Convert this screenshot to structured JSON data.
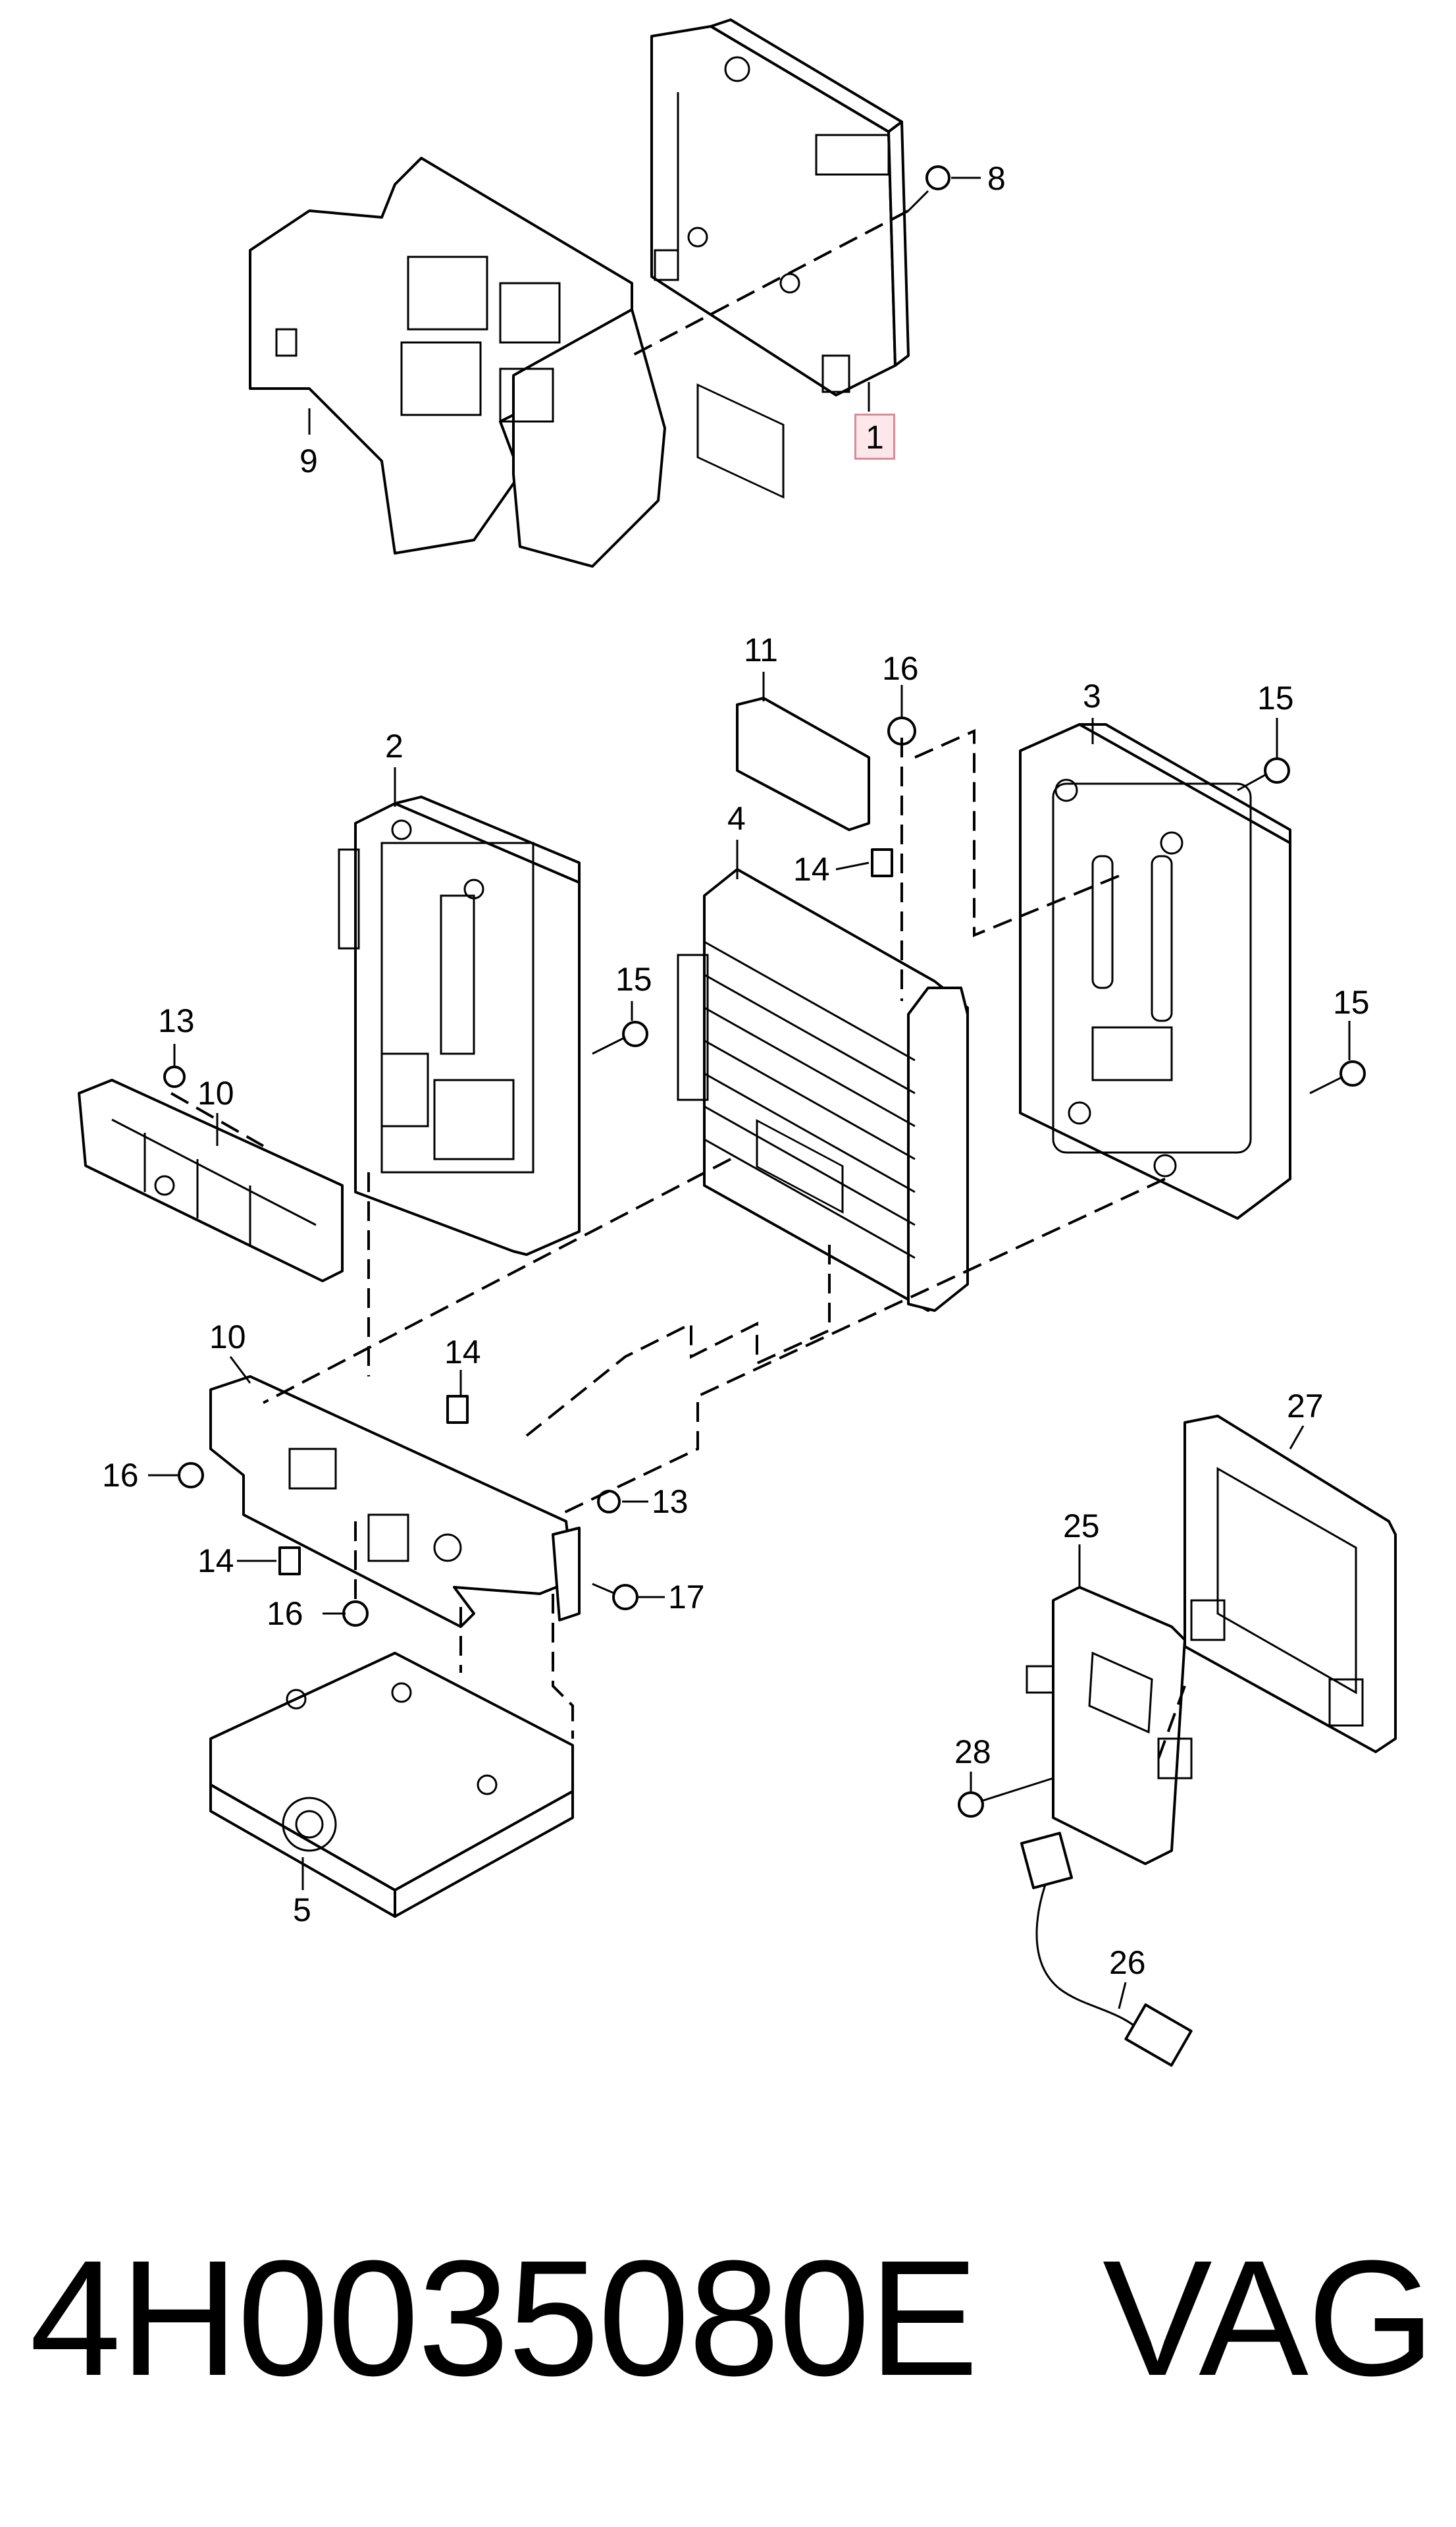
{
  "callouts": {
    "c1": "1",
    "c2": "2",
    "c3": "3",
    "c4": "4",
    "c5": "5",
    "c8": "8",
    "c9": "9",
    "c10a": "10",
    "c10b": "10",
    "c11": "11",
    "c13a": "13",
    "c13b": "13",
    "c14a": "14",
    "c14b": "14",
    "c14c": "14",
    "c15a": "15",
    "c15b": "15",
    "c15c": "15",
    "c16a": "16",
    "c16b": "16",
    "c16c": "16",
    "c17": "17",
    "c25": "25",
    "c26": "26",
    "c27": "27",
    "c28": "28"
  },
  "highlight": {
    "part": "1",
    "fill": "#fde7ea",
    "border": "#d98b96"
  },
  "footer": {
    "part_number": "4H0035080E",
    "brand": "VAG"
  }
}
